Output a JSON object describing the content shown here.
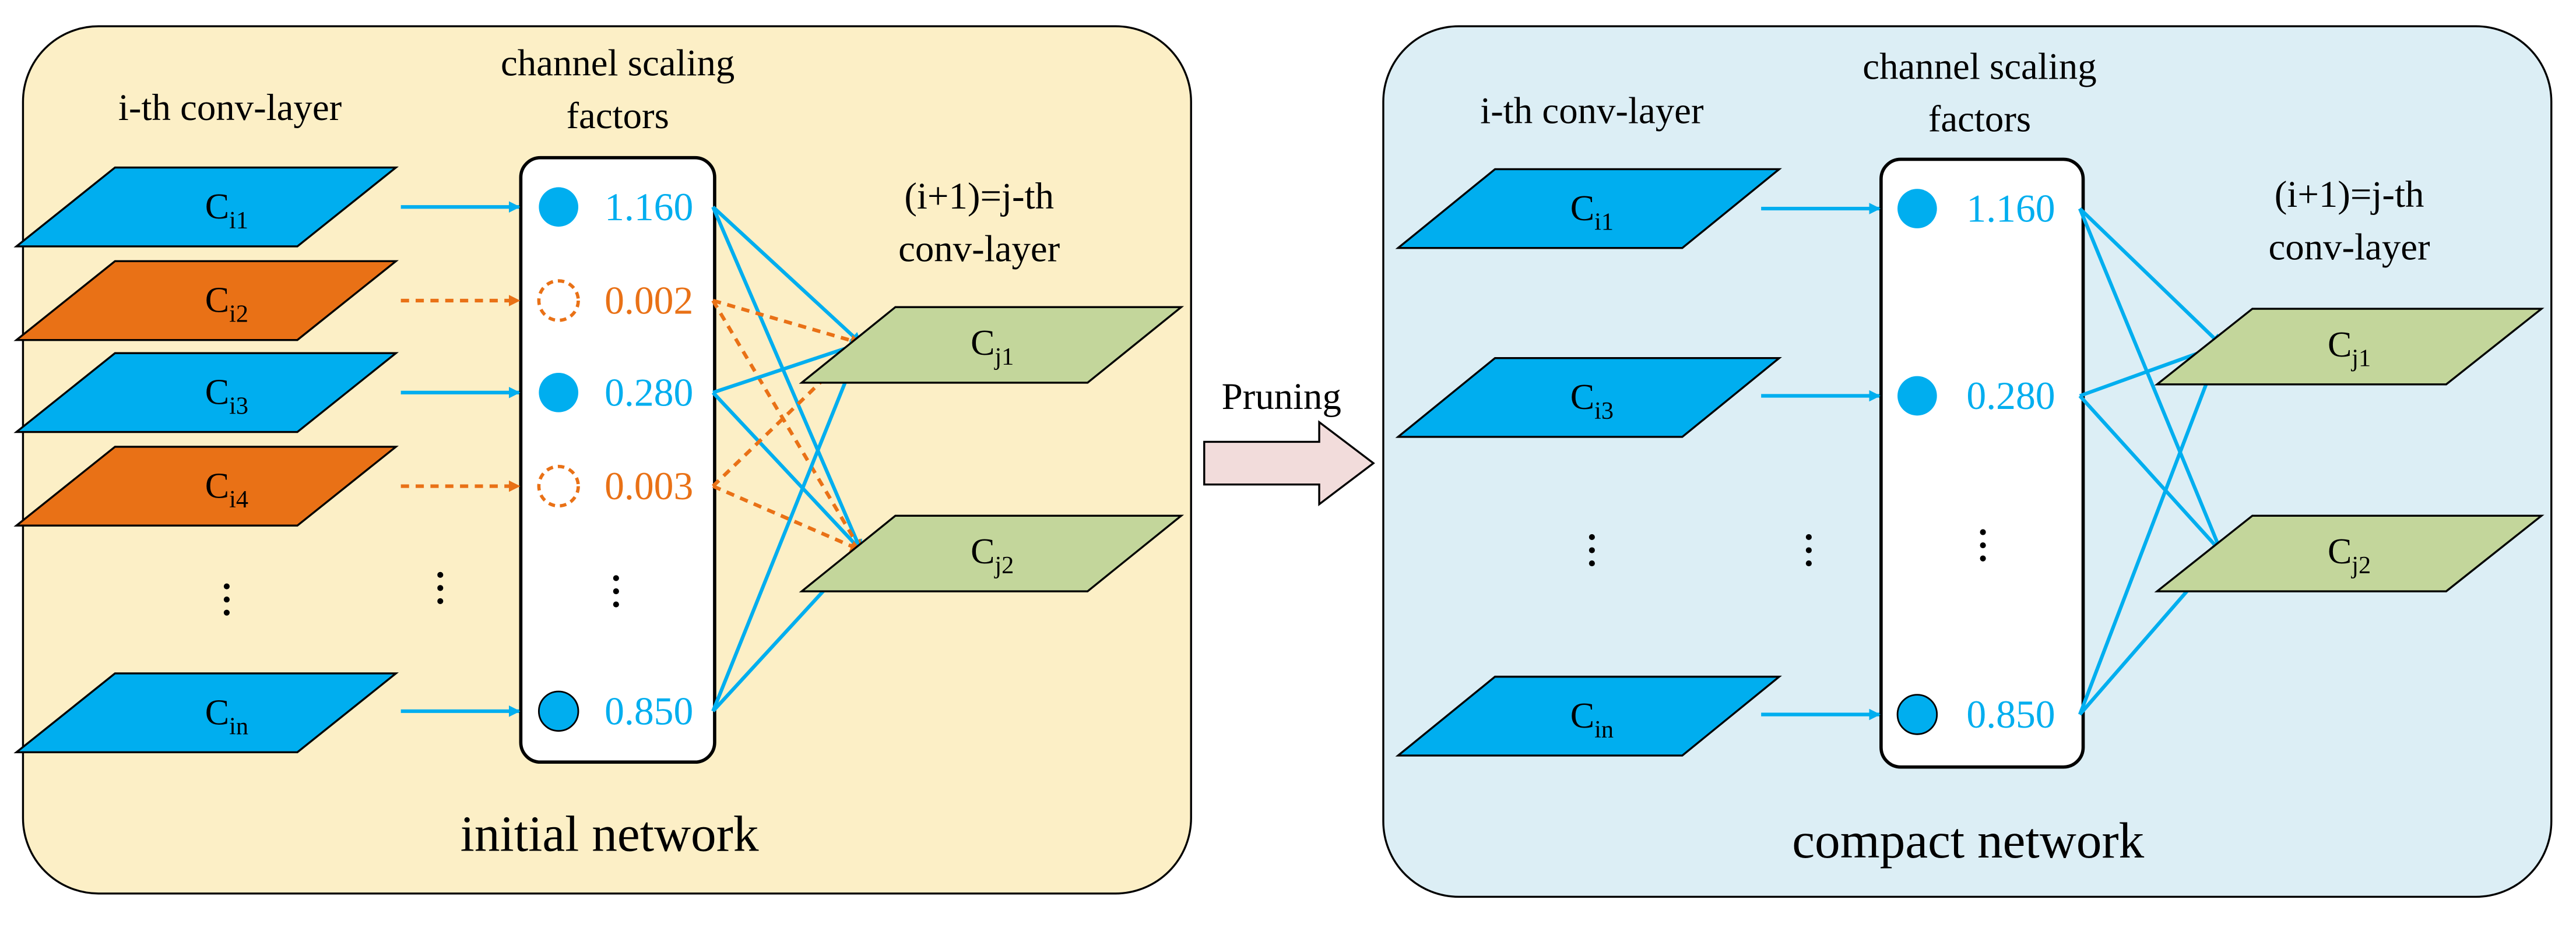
{
  "colors": {
    "active_blue": "#00AEEF",
    "pruned_orange": "#E97116",
    "next_layer_green": "#C3D69B",
    "initial_panel_bg": "#FCEFC6",
    "compact_panel_bg": "#DCEEF5",
    "pruning_arrow_fill": "#F2DCDB",
    "outline": "#000000"
  },
  "initial": {
    "title": "initial network",
    "layer_i_label": "i-th conv-layer",
    "scaling_label_line1": "channel scaling",
    "scaling_label_line2": "factors",
    "next_layer_line1": "(i+1)=j-th",
    "next_layer_line2": "conv-layer",
    "channels": [
      {
        "main": "C",
        "sub": "i1",
        "factor": "1.160",
        "pruned": false
      },
      {
        "main": "C",
        "sub": "i2",
        "factor": "0.002",
        "pruned": true
      },
      {
        "main": "C",
        "sub": "i3",
        "factor": "0.280",
        "pruned": false
      },
      {
        "main": "C",
        "sub": "i4",
        "factor": "0.003",
        "pruned": true
      },
      {
        "main": "C",
        "sub": "in",
        "factor": "0.850",
        "pruned": false
      }
    ],
    "next_channels": [
      {
        "main": "C",
        "sub": "j1"
      },
      {
        "main": "C",
        "sub": "j2"
      }
    ]
  },
  "arrow": {
    "label": "Pruning"
  },
  "compact": {
    "title": "compact network",
    "layer_i_label": "i-th conv-layer",
    "scaling_label_line1": "channel scaling",
    "scaling_label_line2": "factors",
    "next_layer_line1": "(i+1)=j-th",
    "next_layer_line2": "conv-layer",
    "channels": [
      {
        "main": "C",
        "sub": "i1",
        "factor": "1.160"
      },
      {
        "main": "C",
        "sub": "i3",
        "factor": "0.280"
      },
      {
        "main": "C",
        "sub": "in",
        "factor": "0.850"
      }
    ],
    "next_channels": [
      {
        "main": "C",
        "sub": "j1"
      },
      {
        "main": "C",
        "sub": "j2"
      }
    ]
  }
}
